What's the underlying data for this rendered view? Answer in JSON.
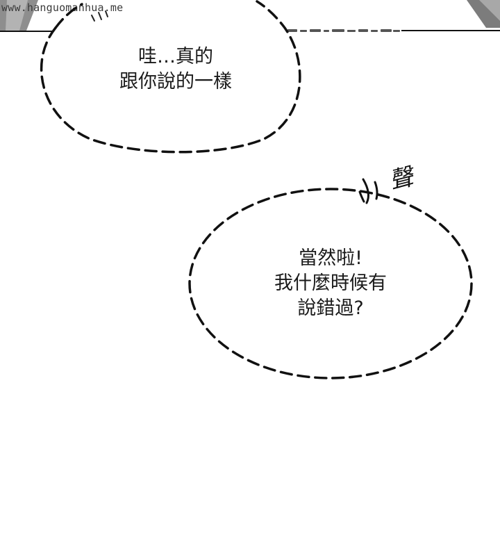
{
  "watermark": "www.hanguomanhua.me",
  "bubble_top": {
    "lines": [
      "哇…真的",
      "跟你說的一樣"
    ]
  },
  "bubble_bottom": {
    "lines": [
      "當然啦!",
      "我什麼時候有",
      "說錯過?"
    ]
  },
  "sfx": {
    "text": "聲"
  },
  "colors": {
    "ink": "#1a1a1a",
    "background": "#ffffff",
    "strip_dark": "#2b2b2b"
  }
}
